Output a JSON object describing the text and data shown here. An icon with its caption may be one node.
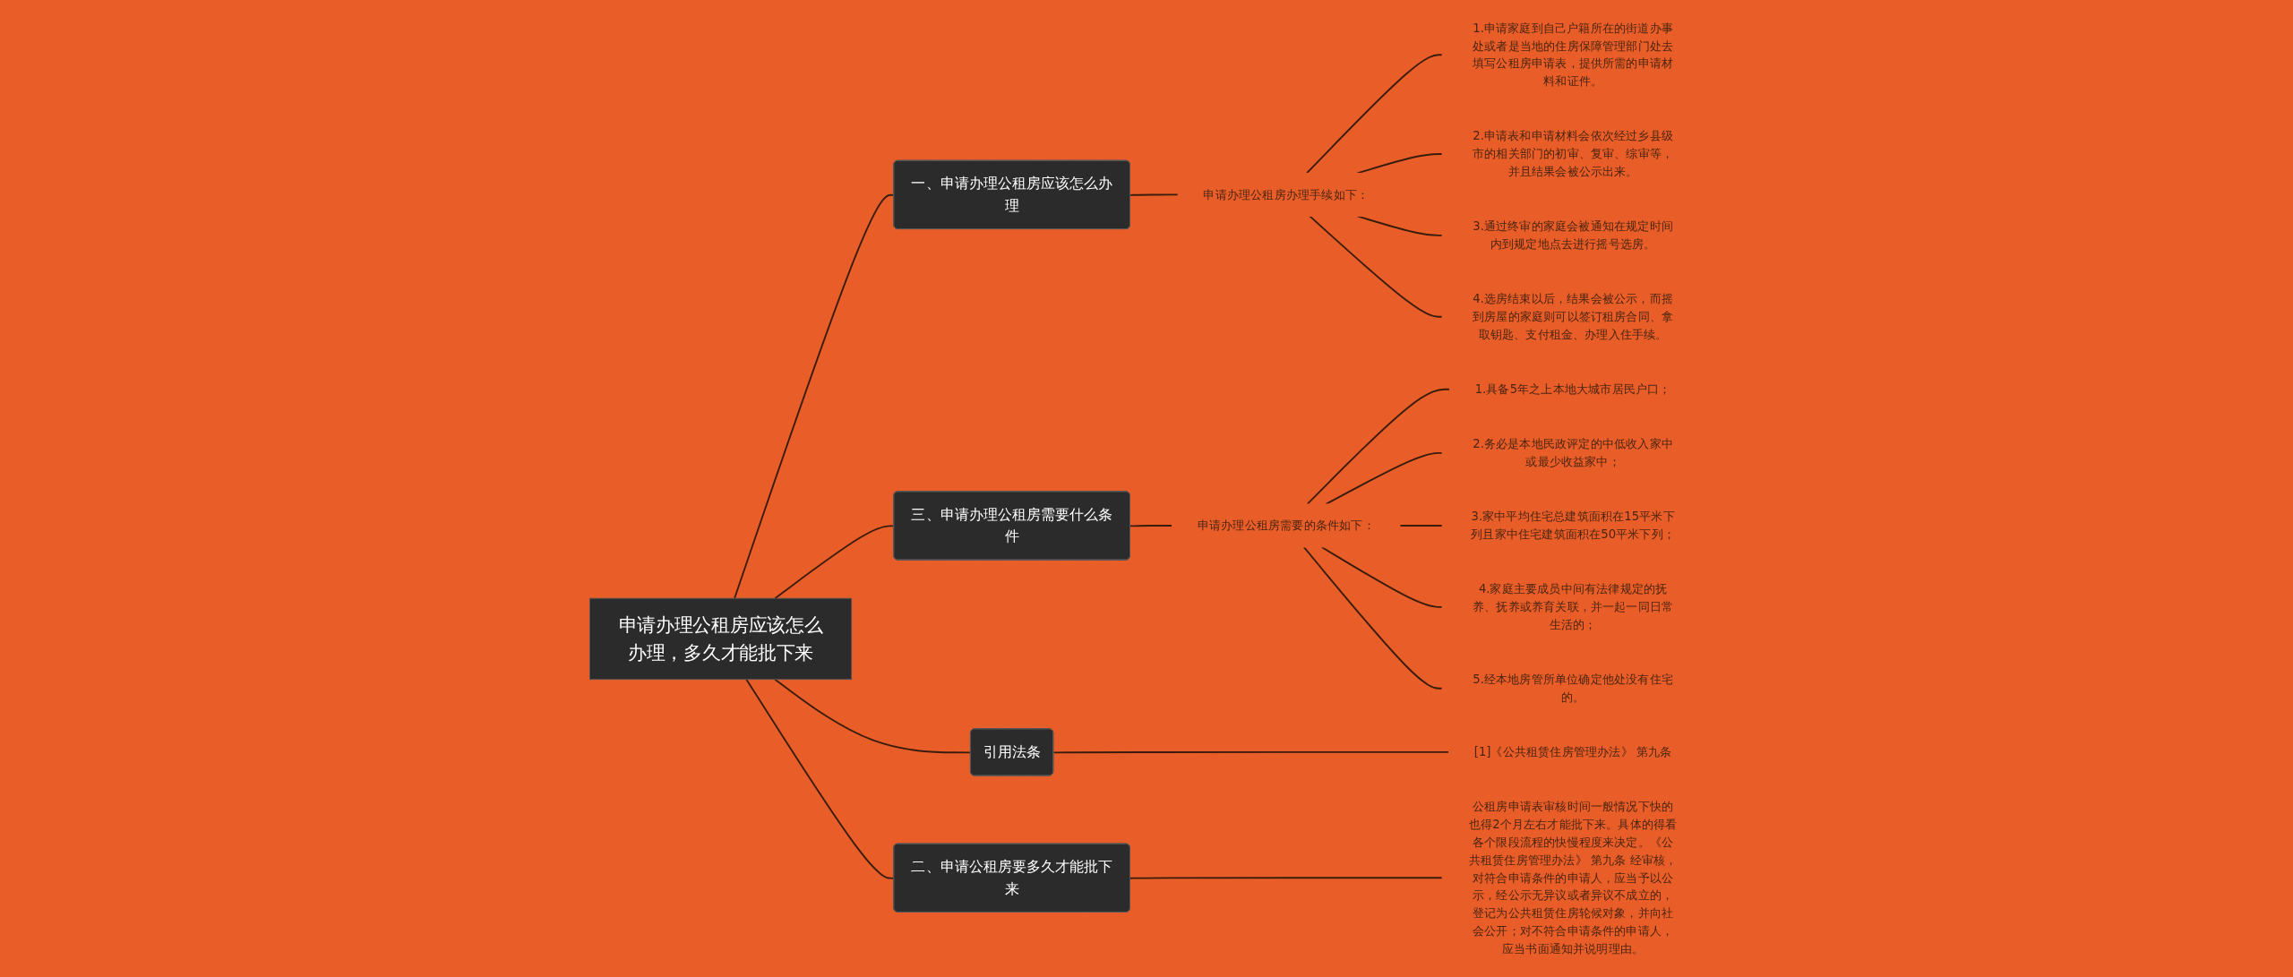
{
  "diagram": {
    "nodes": [
      {
        "text": [
          "申请办理公租房应该怎么办理，多久才能批下来"
        ]
      },
      {
        "text": [
          "一、申请办理公租房应该怎么办理"
        ]
      },
      {
        "text": [
          "申请办理公租房办理手续如下："
        ]
      },
      {
        "text": [
          "1.申请家庭到自己户籍所在的街道办事处或者是当地的住房保障管理部门处去填写公租房申请表，提供所需的申请材料和证件。"
        ]
      },
      {
        "text": [
          "2.申请表和申请材料会依次经过乡县级市的相关部门的初审、复审、综审等，并且结果会被公示出来。"
        ]
      },
      {
        "text": [
          "3.通过终审的家庭会被通知在规定时间内到规定地点去进行摇号选房。"
        ]
      },
      {
        "text": [
          "4.选房结束以后，结果会被公示，而摇到房屋的家庭则可以签订租房合同、拿取钥匙、支付租金、办理入住手续。"
        ]
      },
      {
        "text": [
          "三、申请办理公租房需要什么条件"
        ]
      },
      {
        "text": [
          "申请办理公租房需要的条件如下："
        ]
      },
      {
        "text": [
          "1.具备5年之上本地大城市居民户口；"
        ]
      },
      {
        "text": [
          "2.务必是本地民政评定的中低收入家中或最少收益家中；"
        ]
      },
      {
        "text": [
          "3.家中平均住宅总建筑面积在15平米下列且家中住宅建筑面积在50平米下列；"
        ]
      },
      {
        "text": [
          "4.家庭主要成员中间有法律规定的抚养、抚养或养育关联，并一起一同日常生活的；"
        ]
      },
      {
        "text": [
          "5.经本地房管所单位确定他处没有住宅的。"
        ]
      },
      {
        "text": [
          "引用法条"
        ]
      },
      {
        "text": [
          "[1]《公共租赁住房管理办法》 第九条"
        ]
      },
      {
        "text": [
          "二、申请公租房要多久才能批下来"
        ]
      },
      {
        "text": [
          "公租房申请表审核时间一般情况下快的也得2个月左右才能批下来。具体的得看各个限段流程的快慢程度来决定。《公共租赁住房管理办法》 第九条 经审核，对符合申请条件的申请人，应当予以公示，经公示无异议或者异议不成立的，登记为公共租赁住房轮候对象，并向社会公开；对不符合申请条件的申请人，应当书面通知并说明理由。"
        ]
      }
    ],
    "edges": [
      {
        "from": 0,
        "to": 1,
        "arrow": "none"
      },
      {
        "from": 1,
        "to": 2,
        "arrow": "none"
      },
      {
        "from": 2,
        "to": 3,
        "arrow": "none"
      },
      {
        "from": 2,
        "to": 4,
        "arrow": "none"
      },
      {
        "from": 2,
        "to": 5,
        "arrow": "none"
      },
      {
        "from": 2,
        "to": 6,
        "arrow": "none"
      },
      {
        "from": 0,
        "to": 7,
        "arrow": "none"
      },
      {
        "from": 7,
        "to": 8,
        "arrow": "none"
      },
      {
        "from": 8,
        "to": 9,
        "arrow": "none"
      },
      {
        "from": 8,
        "to": 10,
        "arrow": "none"
      },
      {
        "from": 8,
        "to": 11,
        "arrow": "none"
      },
      {
        "from": 8,
        "to": 12,
        "arrow": "none"
      },
      {
        "from": 8,
        "to": 13,
        "arrow": "none"
      },
      {
        "from": 0,
        "to": 14,
        "arrow": "none"
      },
      {
        "from": 14,
        "to": 15,
        "arrow": "none"
      },
      {
        "from": 0,
        "to": 16,
        "arrow": "none"
      },
      {
        "from": 16,
        "to": 17,
        "arrow": "none"
      }
    ]
  }
}
